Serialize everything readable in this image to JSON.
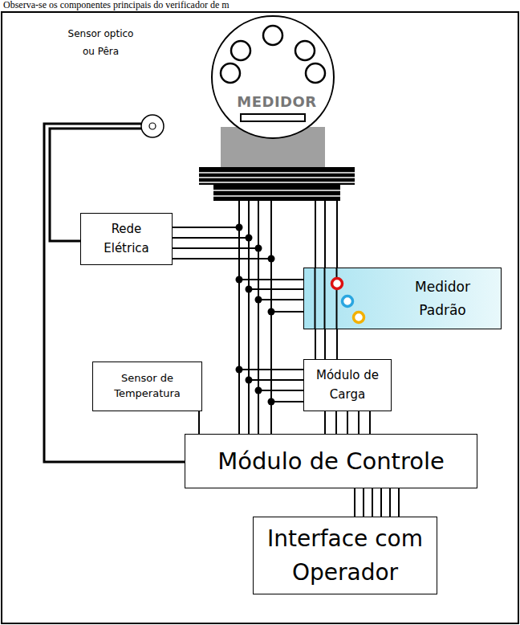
{
  "diagram": {
    "nodes": [
      {
        "text": [
          "MEDIDOR"
        ]
      },
      {
        "text": [
          "Rede Elétrica"
        ]
      },
      {
        "text": [
          "Medidor Padrão"
        ]
      },
      {
        "text": [
          "Sensor de Temperatura"
        ]
      },
      {
        "text": [
          "Módulo de Carga"
        ]
      },
      {
        "text": [
          "Módulo de Controle"
        ]
      },
      {
        "text": [
          "Interface com Operador"
        ]
      }
    ],
    "edges": [
      {
        "from": 1,
        "to": 0,
        "arrow": "none"
      },
      {
        "from": 0,
        "to": 2,
        "arrow": "none"
      },
      {
        "from": 2,
        "to": 4,
        "arrow": "none"
      },
      {
        "from": 4,
        "to": 0,
        "arrow": "none"
      },
      {
        "from": 0,
        "to": 5,
        "arrow": "none"
      },
      {
        "from": 3,
        "to": 5,
        "arrow": "none"
      },
      {
        "from": 4,
        "to": 5,
        "arrow": "none"
      },
      {
        "from": 5,
        "to": 6,
        "arrow": "none"
      }
    ],
    "labels": [
      "Observa-se os componentes principais do verificador de m",
      "Sensor optico ou Pêra"
    ]
  }
}
